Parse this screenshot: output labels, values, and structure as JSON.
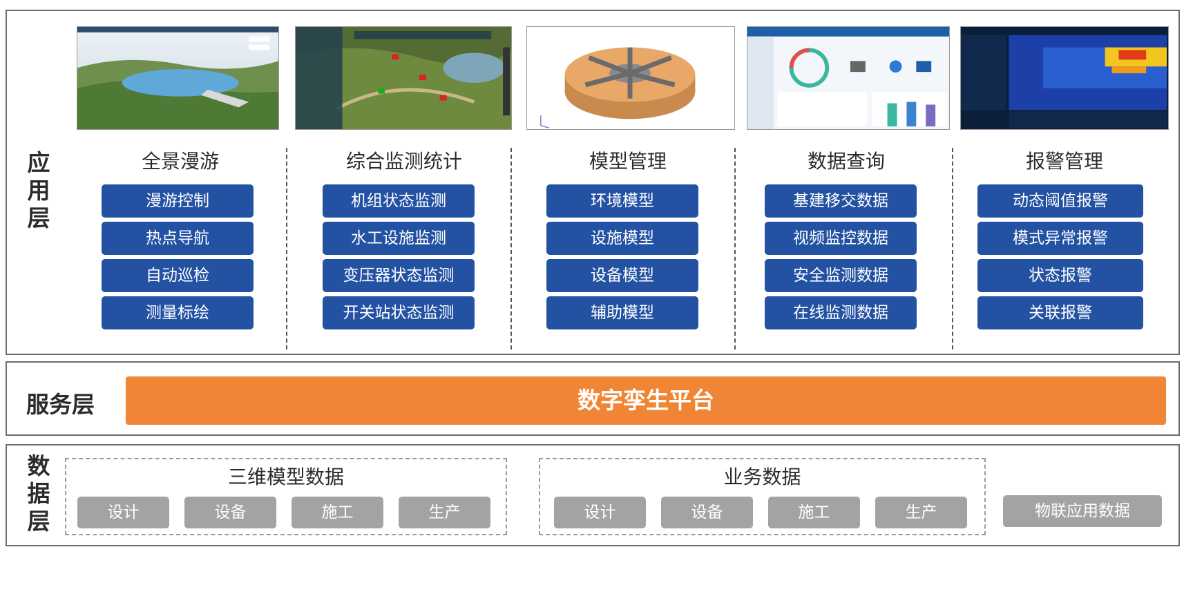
{
  "application_layer": {
    "title": "应用层",
    "columns": [
      {
        "title": "全景漫游",
        "items": [
          "漫游控制",
          "热点导航",
          "自动巡检",
          "测量标绘"
        ]
      },
      {
        "title": "综合监测统计",
        "items": [
          "机组状态监测",
          "水工设施监测",
          "变压器状态监测",
          "开关站状态监测"
        ]
      },
      {
        "title": "模型管理",
        "items": [
          "环境模型",
          "设施模型",
          "设备模型",
          "辅助模型"
        ]
      },
      {
        "title": "数据查询",
        "items": [
          "基建移交数据",
          "视频监控数据",
          "安全监测数据",
          "在线监测数据"
        ]
      },
      {
        "title": "报警管理",
        "items": [
          "动态阈值报警",
          "模式异常报警",
          "状态报警",
          "关联报警"
        ]
      }
    ]
  },
  "service_layer": {
    "title": "服务层",
    "platform": "数字孪生平台"
  },
  "data_layer": {
    "title": "数据层",
    "groups": [
      {
        "title": "三维模型数据",
        "items": [
          "设计",
          "设备",
          "施工",
          "生产"
        ]
      },
      {
        "title": "业务数据",
        "items": [
          "设计",
          "设备",
          "施工",
          "生产"
        ]
      }
    ],
    "iot": "物联应用数据"
  },
  "colors": {
    "app_button": "#2352a3",
    "platform_bar": "#f08535",
    "data_button": "#a3a3a3",
    "border": "#6d6d6d"
  },
  "thumbnails": [
    "landscape-reservoir-view",
    "3d-terrain-monitoring-view",
    "generator-3d-model",
    "data-query-dashboard",
    "thermal-alarm-view"
  ]
}
